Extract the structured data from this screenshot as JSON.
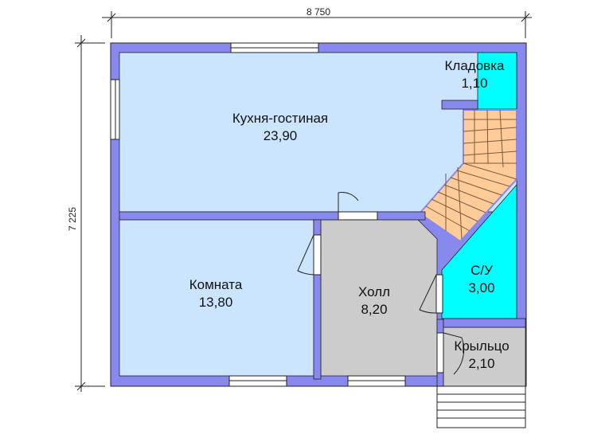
{
  "dimensions": {
    "width": "8 750",
    "height": "7 225"
  },
  "rooms": [
    {
      "name": "Кухня-гостиная",
      "area": "23,90"
    },
    {
      "name": "Кладовка",
      "area": "1,10"
    },
    {
      "name": "Комната",
      "area": "13,80"
    },
    {
      "name": "Холл",
      "area": "8,20"
    },
    {
      "name": "С/У",
      "area": "3,00"
    },
    {
      "name": "Крыльцо",
      "area": "2,10"
    }
  ],
  "colors": {
    "wall": "#8888ee",
    "room": "#cce5ff",
    "hall": "#cccccc",
    "wet": "#00ffff",
    "stairs": "#ffcc99"
  }
}
